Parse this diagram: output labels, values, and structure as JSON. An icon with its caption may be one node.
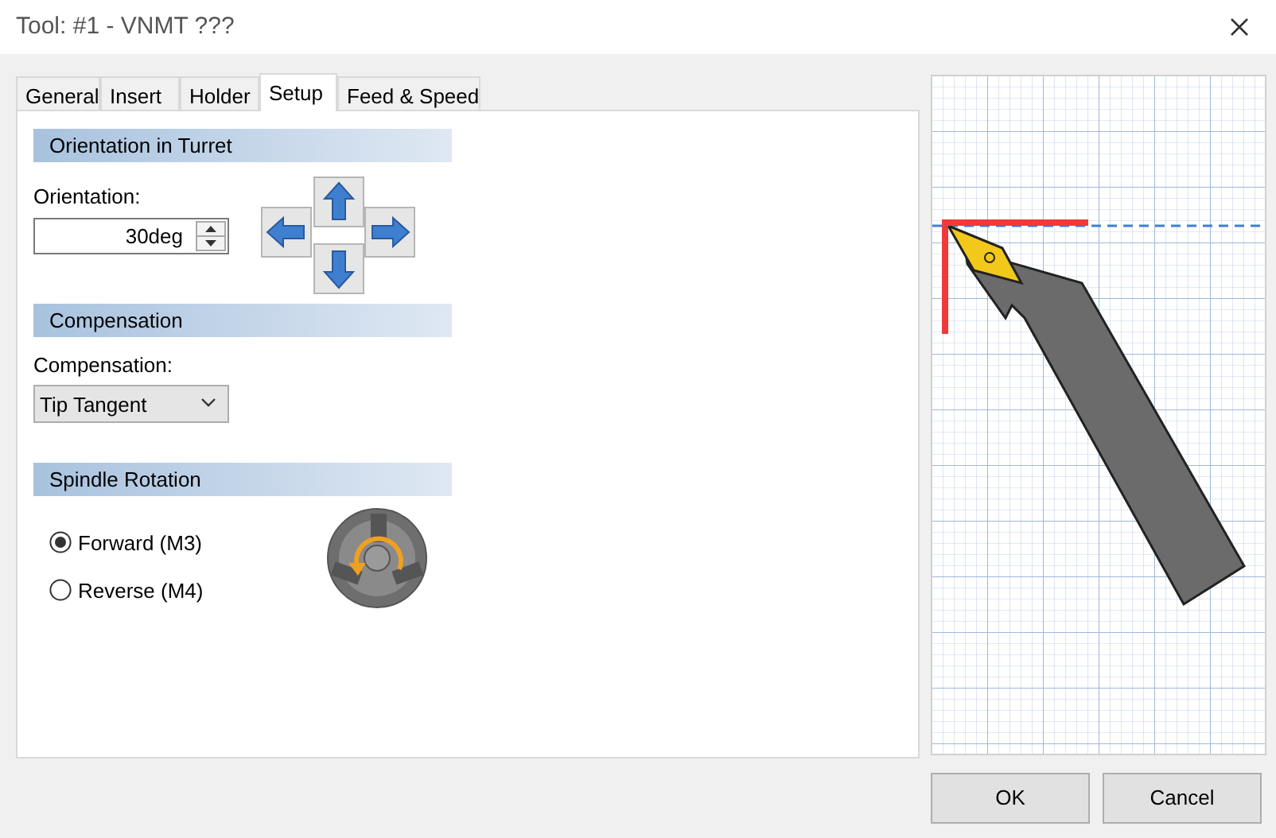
{
  "diagram": {
    "title": "Tool: #1 - VNMT ???",
    "labels": [
      "General",
      "Insert",
      "Holder",
      "Setup",
      "Feed & Speed",
      "Orientation in Turret",
      "Orientation:",
      "30deg",
      "Compensation",
      "Compensation:",
      "Tip Tangent",
      "Spindle Rotation",
      "Forward (M3)",
      "Reverse (M4)",
      "OK",
      "Cancel"
    ]
  }
}
